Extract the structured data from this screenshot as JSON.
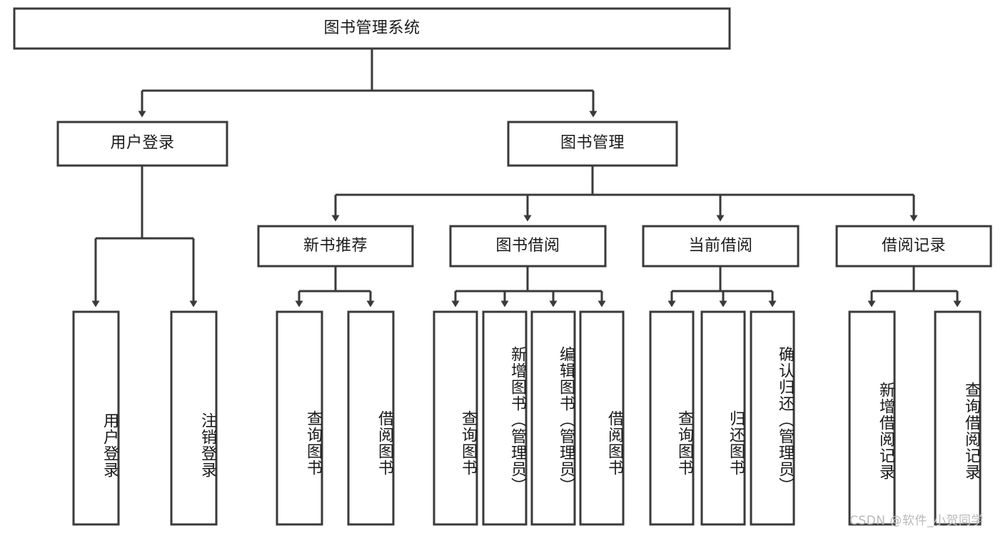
{
  "title": "图书管理系统",
  "diagram": {
    "type": "tree-hierarchy-chart",
    "root": {
      "label": "图书管理系统"
    },
    "level2": [
      {
        "label": "用户登录"
      },
      {
        "label": "图书管理"
      }
    ],
    "level3": [
      {
        "label": "新书推荐"
      },
      {
        "label": "图书借阅"
      },
      {
        "label": "当前借阅"
      },
      {
        "label": "借阅记录"
      }
    ],
    "leaves": {
      "user_login": [
        {
          "label": "用户登录"
        },
        {
          "label": "注销登录"
        }
      ],
      "new_book_recommend": [
        {
          "label": "查询图书"
        },
        {
          "label": "借阅图书"
        }
      ],
      "book_borrow": [
        {
          "label": "查询图书"
        },
        {
          "label": "新增图书（管理员）"
        },
        {
          "label": "编辑图书（管理员）"
        },
        {
          "label": "借阅图书"
        }
      ],
      "current_borrow": [
        {
          "label": "查询图书"
        },
        {
          "label": "归还图书"
        },
        {
          "label": "确认归还（管理员）"
        }
      ],
      "borrow_record": [
        {
          "label": "新增借阅记录"
        },
        {
          "label": "查询借阅记录"
        }
      ]
    }
  },
  "watermark": {
    "text": "CSDN @软件_小贺同学"
  },
  "colors": {
    "stroke": "#3a3a3a",
    "fill": "#ffffff",
    "text": "#1a1a1a",
    "watermark": "#b9b9b9"
  }
}
